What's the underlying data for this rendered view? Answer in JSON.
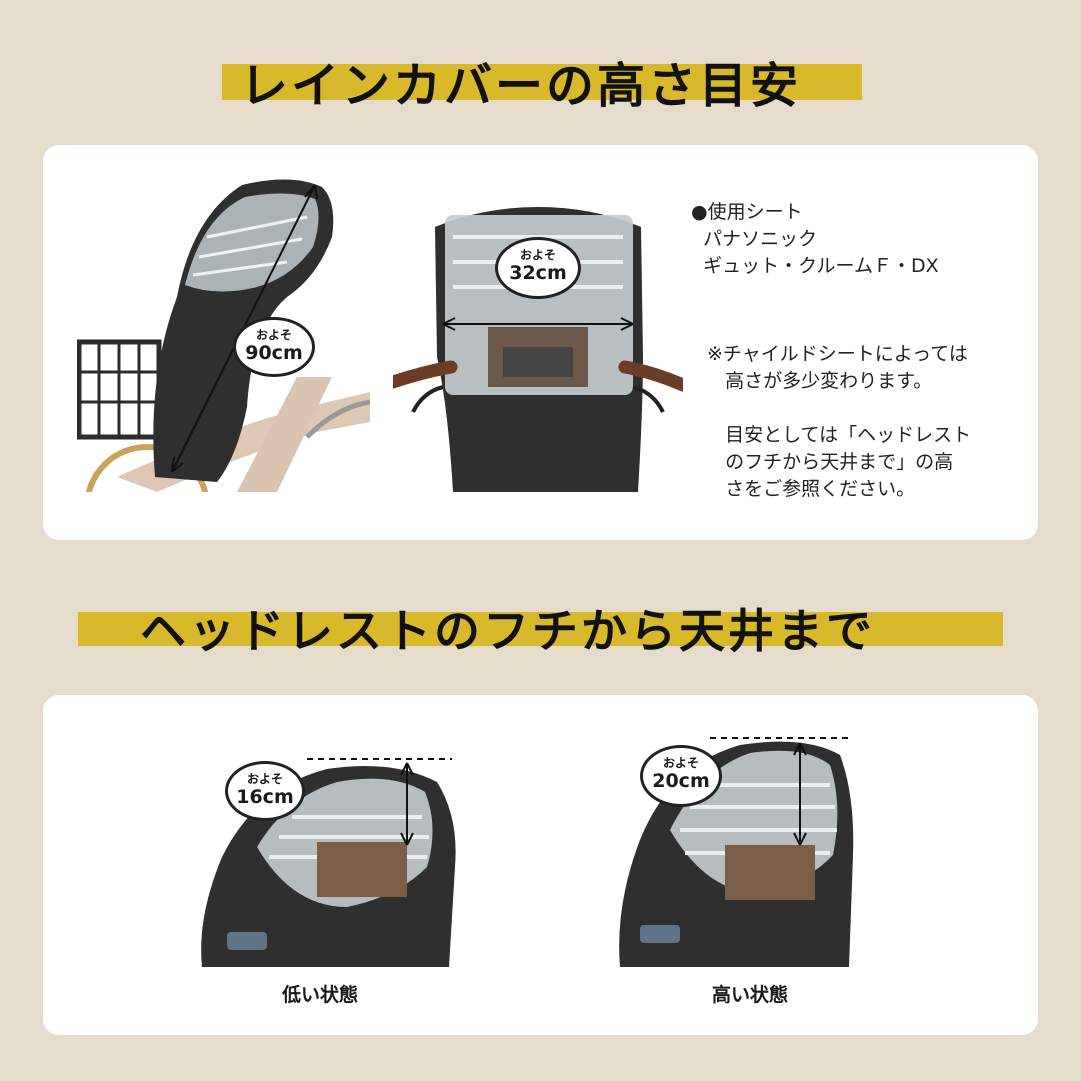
{
  "heading1": "レインカバーの高さ目安",
  "heading2": "ヘッドレストのフチから天井まで",
  "card1": {
    "badge_side": {
      "top": "およそ",
      "value": "90cm"
    },
    "badge_front": {
      "top": "およそ",
      "value": "32cm"
    },
    "seat_info": "●使用シート\n  パナソニック\n  ギュット・クルームＦ・DX",
    "note": "※チャイルドシートによっては\n   高さが多少変わります。\n\n   目安としては「ヘッドレスト\n   のフチから天井まで」の高\n   さをご参照ください。"
  },
  "card2": {
    "low": {
      "badge_top": "およそ",
      "badge_value": "16cm",
      "caption": "低い状態"
    },
    "high": {
      "badge_top": "およそ",
      "badge_value": "20cm",
      "caption": "高い状態"
    }
  },
  "colors": {
    "background": "#e5dccb",
    "highlight": "#d9b92c",
    "cover": "#2f2f2f"
  }
}
